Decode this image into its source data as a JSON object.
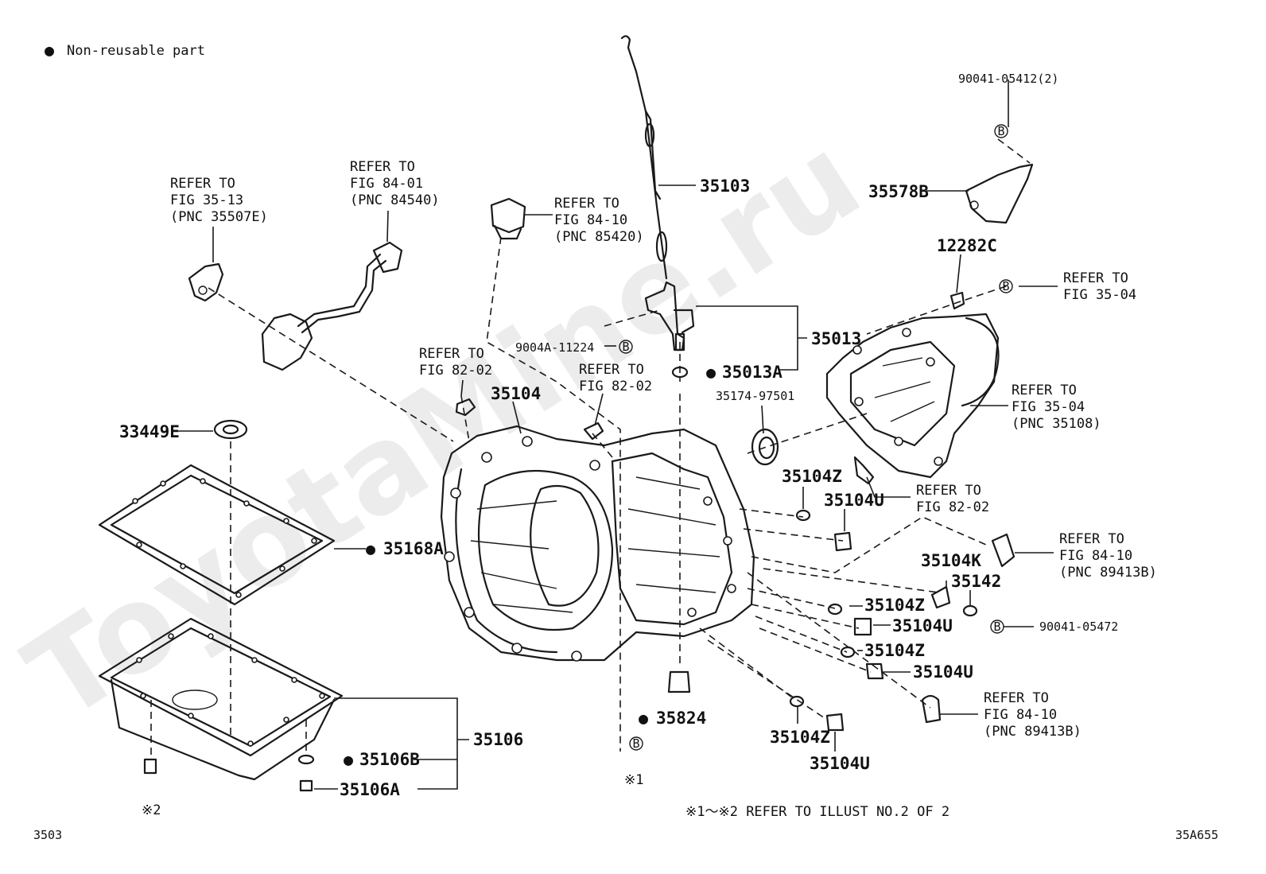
{
  "legend": {
    "marker": "●",
    "text": "Non-reusable part"
  },
  "watermark": "ToyotaMine.ru",
  "refs": {
    "fig_35_13": [
      "REFER TO",
      "FIG 35-13",
      "(PNC 35507E)"
    ],
    "fig_84_01": [
      "REFER TO",
      "FIG 84-01",
      "(PNC 84540)"
    ],
    "fig_84_10_85420": [
      "REFER TO",
      "FIG 84-10",
      "(PNC 85420)"
    ],
    "fig_82_02_a": [
      "REFER TO",
      "FIG 82-02"
    ],
    "fig_82_02_b": [
      "REFER TO",
      "FIG 82-02"
    ],
    "fig_82_02_c": [
      "REFER TO",
      "FIG 82-02"
    ],
    "fig_35_04_a": [
      "REFER TO",
      "FIG 35-04"
    ],
    "fig_35_04_b": [
      "REFER TO",
      "FIG 35-04",
      "(PNC 35108)"
    ],
    "fig_84_10_89413b_a": [
      "REFER TO",
      "FIG 84-10",
      "(PNC 89413B)"
    ],
    "fig_84_10_89413b_b": [
      "REFER TO",
      "FIG 84-10",
      "(PNC 89413B)"
    ]
  },
  "parts": {
    "p35103": "35103",
    "p35578b": "35578B",
    "p90041_05412": "90041-05412(2)",
    "p12282c": "12282C",
    "p35013": "35013",
    "p35013a": "35013A",
    "p9004a_11224": "9004A-11224",
    "p35174_97501": "35174-97501",
    "p35104": "35104",
    "p33449e": "33449E",
    "p35168a": "35168A",
    "p35106": "35106",
    "p35106b": "35106B",
    "p35106a": "35106A",
    "p35824": "35824",
    "p35104z_1": "35104Z",
    "p35104u_1": "35104U",
    "p35104k": "35104K",
    "p35142": "35142",
    "p90041_05472": "90041-05472",
    "p35104z_2": "35104Z",
    "p35104u_2": "35104U",
    "p35104z_3": "35104Z",
    "p35104u_3": "35104U",
    "p35104z_4": "35104Z",
    "p35104u_4": "35104U"
  },
  "markers": {
    "b": "B",
    "note1": "※1",
    "note2": "※2"
  },
  "footnote": "※1～※2  REFER TO ILLUST NO.2 OF 2",
  "page_number": "3503",
  "illustration_code": "35A655"
}
